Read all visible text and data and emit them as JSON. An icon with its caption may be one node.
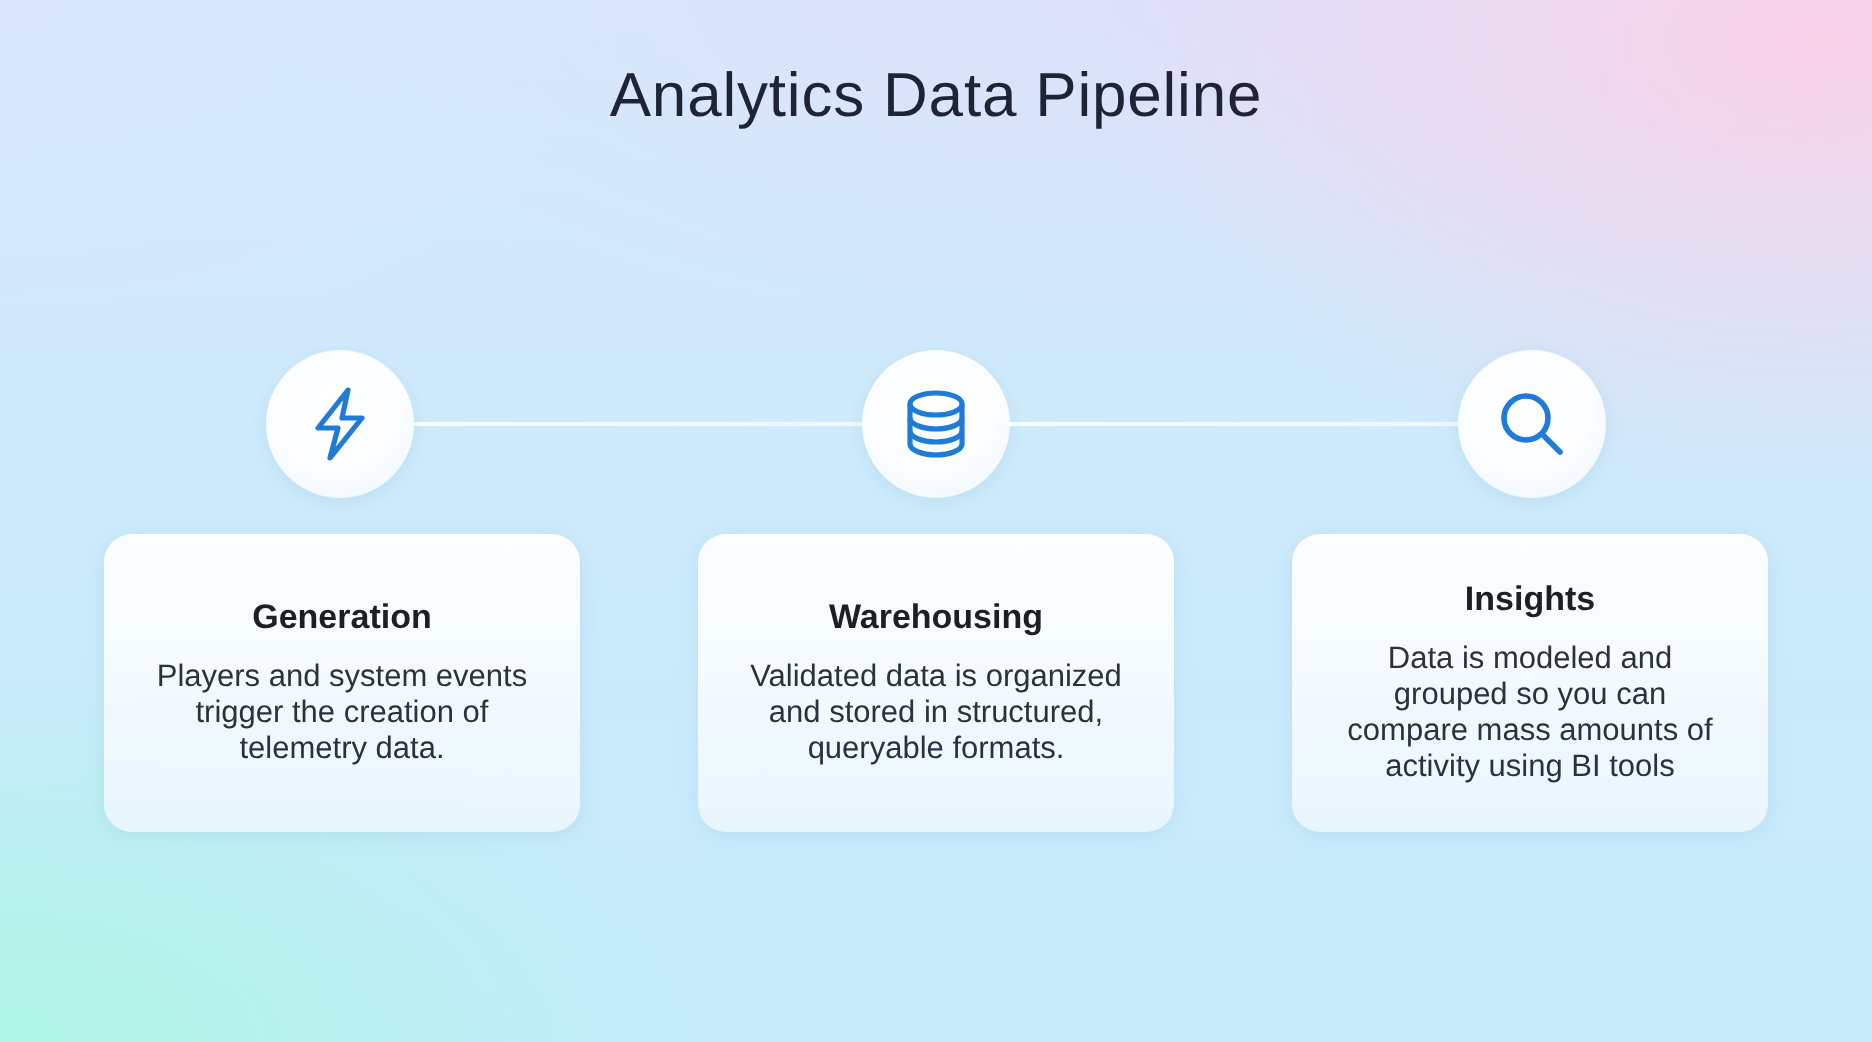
{
  "diagram": {
    "title": "Analytics Data Pipeline",
    "nodes": [
      {
        "text": [],
        "shape": "circle"
      },
      {
        "text": [],
        "shape": "circle"
      },
      {
        "text": [],
        "shape": "circle"
      },
      {
        "text": [
          "Generation",
          "Players and system events trigger the creation of telemetry data."
        ]
      },
      {
        "text": [
          "Warehousing",
          "Validated data is organized and stored in structured, queryable formats."
        ]
      },
      {
        "text": [
          "Insights",
          "Data is modeled and grouped so you can compare mass amounts of activity using BI tools"
        ]
      }
    ],
    "edges": [
      {
        "from": 0,
        "to": 1,
        "arrow": "none"
      },
      {
        "from": 1,
        "to": 2,
        "arrow": "none"
      }
    ]
  }
}
